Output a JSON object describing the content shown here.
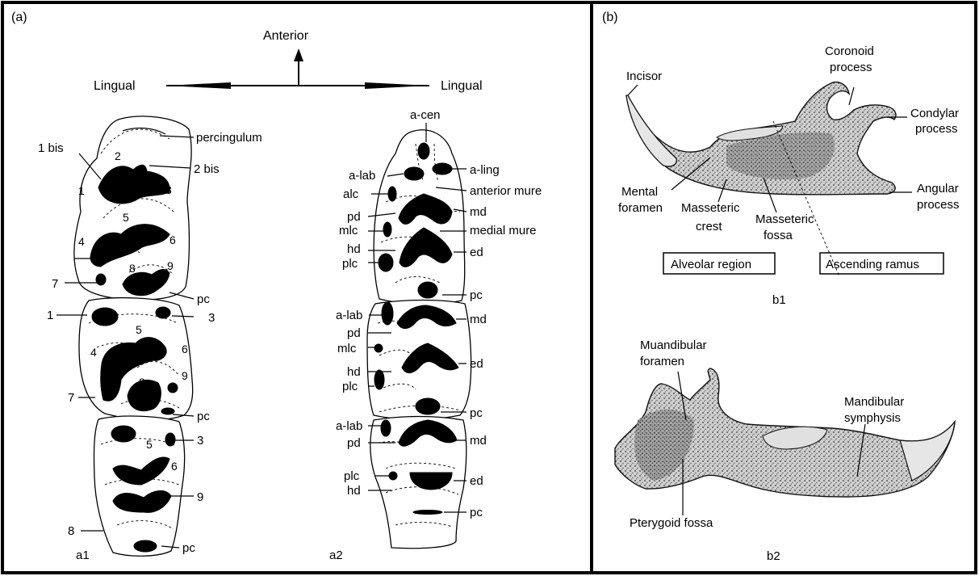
{
  "panels": {
    "a": "(a)",
    "b": "(b)",
    "a1": "a1",
    "a2": "a2",
    "b1": "b1",
    "b2": "b2"
  },
  "orientation": {
    "anterior": "Anterior",
    "lingual_left": "Lingual",
    "lingual_right": "Lingual"
  },
  "a1_labels": {
    "percingulum": "percingulum",
    "one_bis": "1 bis",
    "two": "2",
    "two_bis": "2 bis",
    "m1_1": "1",
    "m1_3": "3",
    "m1_5": "5",
    "m1_4": "4",
    "m1_6": "6",
    "m1_8": "8",
    "m1_9": "9",
    "m1_7": "7",
    "m1_pc": "pc",
    "m2_1": "1",
    "m2_3": "3",
    "m2_5": "5",
    "m2_4": "4",
    "m2_6": "6",
    "m2_8": "8",
    "m2_9": "9",
    "m2_7": "7",
    "m2_pc": "pc",
    "m3_5": "5",
    "m3_3": "3",
    "m3_6": "6",
    "m3_9": "9",
    "m3_8": "8",
    "m3_pc": "pc"
  },
  "a2_labels": {
    "a_cen": "a-cen",
    "a_lab_1": "a-lab",
    "a_ling": "a-ling",
    "alc": "alc",
    "anterior_mure": "anterior mure",
    "pd_1": "pd",
    "md_1": "md",
    "mlc_1": "mlc",
    "medial_mure": "medial mure",
    "hd_1": "hd",
    "ed_1": "ed",
    "plc_1": "plc",
    "pc_1": "pc",
    "a_lab_2": "a-lab",
    "md_2": "md",
    "pd_2": "pd",
    "mlc_2": "mlc",
    "hd_2": "hd",
    "ed_2": "ed",
    "plc_2": "plc",
    "pc_2": "pc",
    "a_lab_3": "a-lab",
    "md_3": "md",
    "pd_3": "pd",
    "plc_3": "plc",
    "ed_3": "ed",
    "hd_3": "hd",
    "pc_3": "pc"
  },
  "b1_labels": {
    "incisor": "Incisor",
    "coronoid_1": "Coronoid",
    "coronoid_2": "process",
    "condylar_1": "Condylar",
    "condylar_2": "process",
    "mental_1": "Mental",
    "mental_2": "foramen",
    "masseteric_crest_1": "Masseteric",
    "masseteric_crest_2": "crest",
    "masseteric_fossa_1": "Masseteric",
    "masseteric_fossa_2": "fossa",
    "angular_1": "Angular",
    "angular_2": "process",
    "alveolar_region": "Alveolar region",
    "ascending_ramus": "Ascending ramus"
  },
  "b2_labels": {
    "mandibular_foramen_1": "Muandibular",
    "mandibular_foramen_2": "foramen",
    "symphysis_1": "Mandibular",
    "symphysis_2": "symphysis",
    "pterygoid_fossa": "Pterygoid fossa"
  }
}
